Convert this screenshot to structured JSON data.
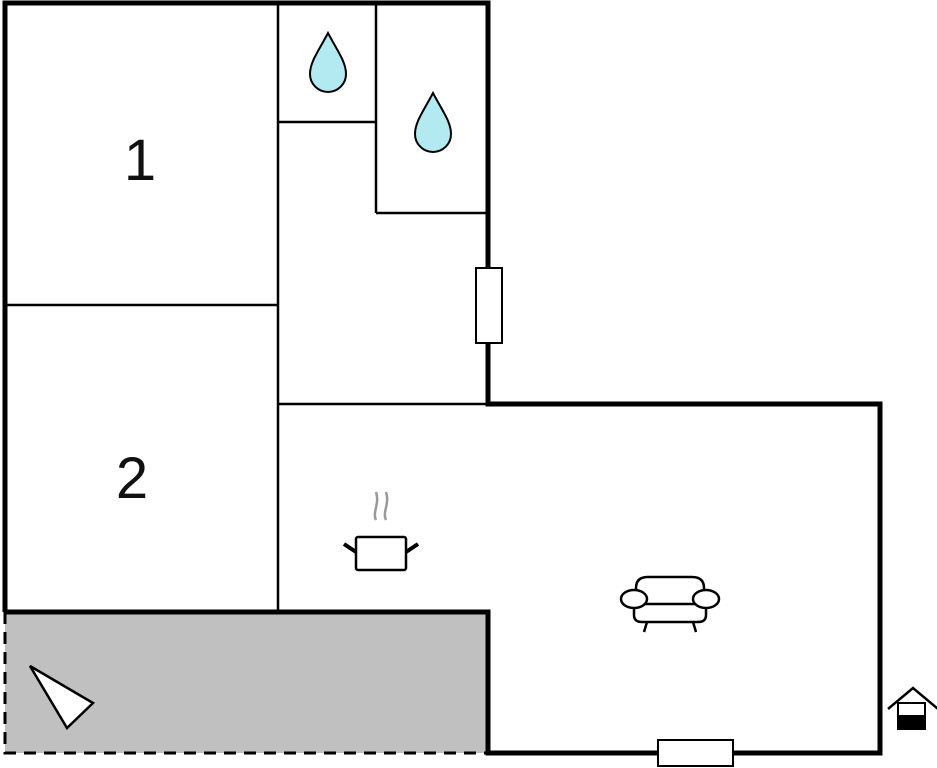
{
  "floorplan": {
    "rooms": [
      {
        "label": "1",
        "type": "bedroom"
      },
      {
        "label": "2",
        "type": "bedroom"
      }
    ],
    "icons": [
      "water-drop-icon",
      "water-drop-icon",
      "cooking-pot-icon",
      "sofa-icon",
      "house-entrance-icon",
      "terrace-direction-icon"
    ],
    "colors": {
      "wall": "#000000",
      "terrace": "#c0c0c0",
      "water": "#b3eaf2",
      "background": "#ffffff"
    }
  }
}
